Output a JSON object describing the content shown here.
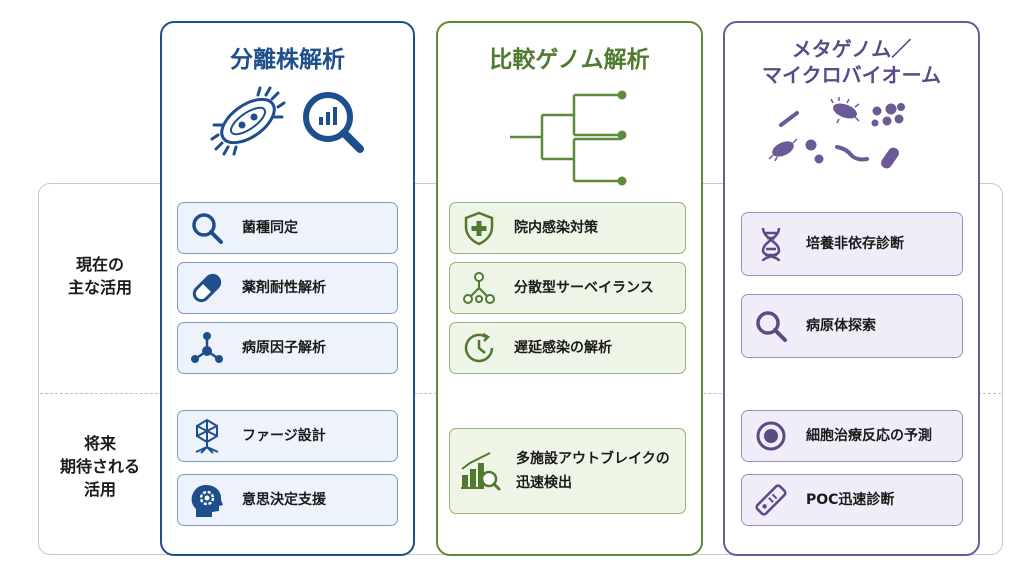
{
  "row_labels": {
    "current": [
      "現在の",
      "主な活用"
    ],
    "future": [
      "将来",
      "期待される",
      "活用"
    ]
  },
  "columns": [
    {
      "title": "分離株解析",
      "current": [
        "菌種同定",
        "薬剤耐性解析",
        "病原因子解析"
      ],
      "future": [
        "ファージ設計",
        "意思決定支援"
      ]
    },
    {
      "title": "比較ゲノム解析",
      "current": [
        "院内感染対策",
        "分散型サーベイランス",
        "遅延感染の解析"
      ],
      "future": [
        "多施設アウトブレイクの",
        "迅速検出"
      ]
    },
    {
      "title_lines": [
        "メタゲノム／",
        "マイクロバイオーム"
      ],
      "current": [
        "培養非依存診断",
        "病原体探索"
      ],
      "future": [
        "細胞治療反応の予測",
        "POC迅速診断"
      ]
    }
  ],
  "colors": {
    "blue": "#1f4e8c",
    "green": "#5e8a3e",
    "purple": "#6b5a96"
  }
}
